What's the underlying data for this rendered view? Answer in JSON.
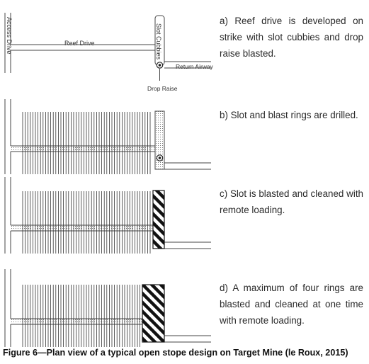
{
  "labels": {
    "access_drive": "Access Drive",
    "reef_drive": "Reef Drive",
    "slot_cubbies": "Slot Cubbies",
    "return_airway": "Return Airway",
    "drop_raise": "Drop Raise"
  },
  "steps": [
    {
      "id": "a",
      "text": "a)  Reef drive is developed on strike with slot cubbies and drop raise blasted."
    },
    {
      "id": "b",
      "text": "b)  Slot and blast rings are drilled."
    },
    {
      "id": "c",
      "text": "c)  Slot is blasted and cleaned with remote loading."
    },
    {
      "id": "d",
      "text": "d)  A maximum of four rings are blasted and cleaned at one time with remote loading."
    }
  ],
  "caption": "Figure 6—Plan view of a typical open stope design on Target Mine (le Roux, 2015)"
}
